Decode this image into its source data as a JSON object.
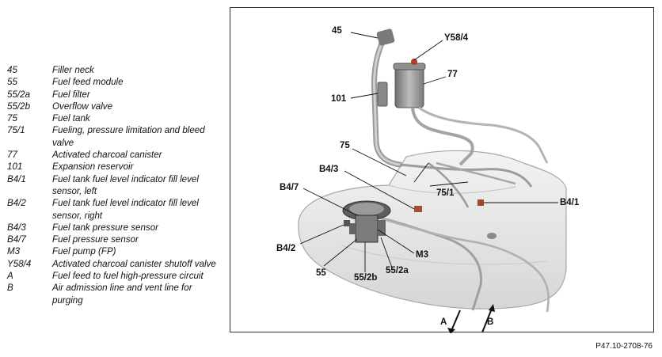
{
  "legend": [
    {
      "key": "45",
      "text": "Filler neck"
    },
    {
      "key": "55",
      "text": "Fuel feed module"
    },
    {
      "key": "55/2a",
      "text": "Fuel filter"
    },
    {
      "key": "55/2b",
      "text": "Overflow valve"
    },
    {
      "key": "75",
      "text": "Fuel tank"
    },
    {
      "key": "75/1",
      "text": "Fueling, pressure limitation and bleed valve"
    },
    {
      "key": "77",
      "text": "Activated charcoal canister"
    },
    {
      "key": "101",
      "text": "Expansion reservoir"
    },
    {
      "key": "B4/1",
      "text": "Fuel tank fuel level indicator fill level sensor, left"
    },
    {
      "key": "B4/2",
      "text": "Fuel tank fuel level indicator fill level sensor, right"
    },
    {
      "key": "B4/3",
      "text": "Fuel tank pressure sensor"
    },
    {
      "key": "B4/7",
      "text": "Fuel pressure sensor"
    },
    {
      "key": "M3",
      "text": "Fuel pump (FP)"
    },
    {
      "key": "Y58/4",
      "text": "Activated charcoal canister shutoff valve"
    },
    {
      "key": "A",
      "text": "Fuel feed to fuel high-pressure circuit"
    },
    {
      "key": "B",
      "text": "Air admission line and vent line for purging"
    }
  ],
  "callouts": {
    "c45": "45",
    "cY58_4": "Y58/4",
    "c77": "77",
    "c101": "101",
    "c75": "75",
    "cB4_3": "B4/3",
    "cB4_7": "B4/7",
    "c75_1": "75/1",
    "cB4_1": "B4/1",
    "cB4_2": "B4/2",
    "cM3": "M3",
    "c55": "55",
    "c55_2b": "55/2b",
    "c55_2a": "55/2a",
    "cA": "A",
    "cB": "B"
  },
  "figure_ref": "P47.10-2708-76"
}
